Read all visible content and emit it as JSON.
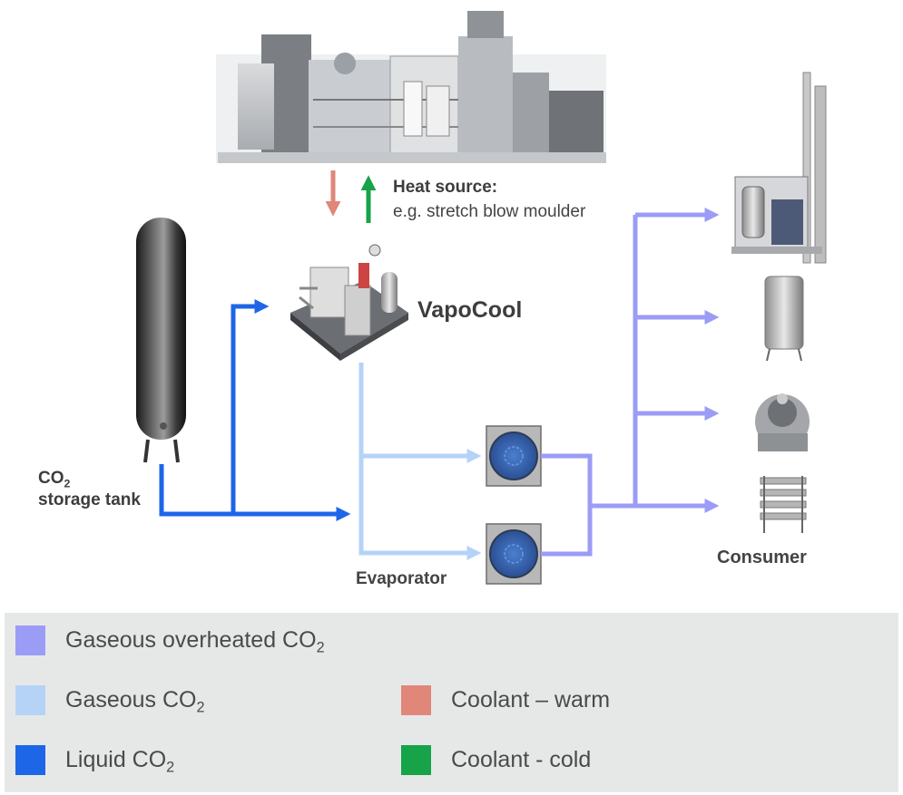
{
  "colors": {
    "gaseous_overheated": "#9b9cf6",
    "gaseous": "#b5d3f7",
    "liquid": "#1e66e8",
    "coolant_warm": "#e0877a",
    "coolant_cold": "#16a34a"
  },
  "labels": {
    "heat_source_title": "Heat source:",
    "heat_source_sub": "e.g. stretch blow moulder",
    "vapocool": "VapoCool",
    "co2_main": "CO",
    "co2_sub": "2",
    "storage_tank": "storage tank",
    "evaporator": "Evaporator",
    "consumer": "Consumer"
  },
  "legend": {
    "gaseous_overheated": {
      "text": "Gaseous overheated CO",
      "sub": "2"
    },
    "gaseous": {
      "text": "Gaseous CO",
      "sub": "2"
    },
    "liquid": {
      "text": "Liquid CO",
      "sub": "2"
    },
    "coolant_warm": {
      "text": "Coolant – warm"
    },
    "coolant_cold": {
      "text": "Coolant - cold"
    }
  }
}
